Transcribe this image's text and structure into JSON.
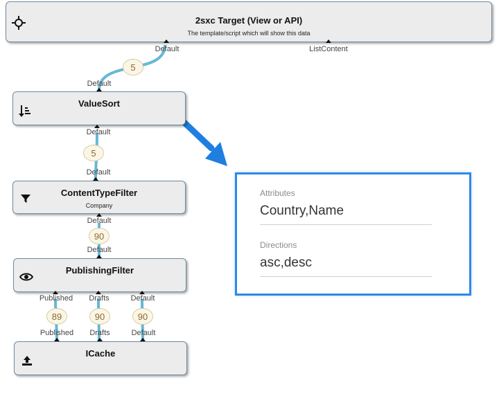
{
  "nodes": {
    "target": {
      "title": "2sxc Target (View or API)",
      "subtitle": "The template/script which will show this data",
      "icon": "crosshair-icon",
      "in_ports": [
        "Default",
        "ListContent"
      ]
    },
    "valuesort": {
      "title": "ValueSort",
      "icon": "sort-descending-icon",
      "in_port": "Default",
      "out_port": "Default"
    },
    "contenttypefilter": {
      "title": "ContentTypeFilter",
      "subtitle": "Company",
      "icon": "filter-icon",
      "in_port": "Default",
      "out_port": "Default"
    },
    "publishingfilter": {
      "title": "PublishingFilter",
      "icon": "eye-icon",
      "in_port": "Default",
      "out_ports": [
        "Published",
        "Drafts",
        "Default"
      ]
    },
    "icache": {
      "title": "ICache",
      "icon": "upload-icon",
      "out_ports": [
        "Published",
        "Drafts",
        "Default"
      ]
    }
  },
  "connections": [
    {
      "count": "5"
    },
    {
      "count": "5"
    },
    {
      "count": "90"
    },
    {
      "count": "89"
    },
    {
      "count": "90"
    },
    {
      "count": "90"
    }
  ],
  "properties_panel": {
    "fields": [
      {
        "label": "Attributes",
        "value": "Country,Name"
      },
      {
        "label": "Directions",
        "value": "asc,desc"
      }
    ]
  },
  "colors": {
    "connection": "#66b8d6",
    "arrow": "#2d8ae6",
    "panel_border": "#2d8ae6",
    "node_fill": "#ececec",
    "node_border": "#6d8aa3"
  }
}
